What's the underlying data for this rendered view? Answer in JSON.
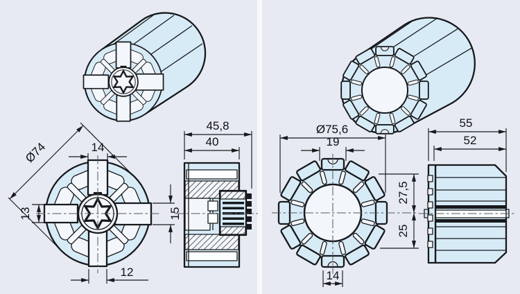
{
  "drawing": {
    "left": {
      "front": {
        "diameter": "Ø74",
        "top_slot_width": "14",
        "left_notch_height": "13",
        "right_notch_height": "15",
        "bottom_slot_width": "12"
      },
      "side": {
        "overall_length": "45,8",
        "body_length": "40"
      }
    },
    "right": {
      "front": {
        "diameter": "Ø75,6",
        "top_tab_width": "19",
        "upper_half_height": "27,5",
        "lower_half_height": "25",
        "bottom_tab_width": "14"
      },
      "side": {
        "overall_length": "55",
        "body_length": "52"
      }
    }
  },
  "colors": {
    "background": "#e7eaf2",
    "panel_separator": "#f6f8fc",
    "part_fill": "#d7ebf7",
    "open_fill": "#f3f6fa",
    "line": "#17191c",
    "centerline": "#53565c"
  }
}
